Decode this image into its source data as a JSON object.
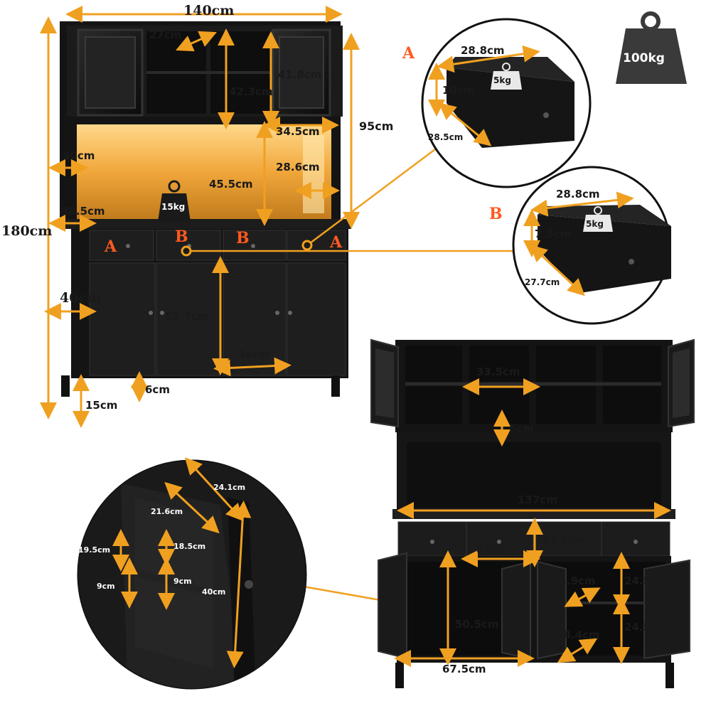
{
  "colors": {
    "accent": "#f0a020",
    "tag": "#ff5a1f",
    "cabinet": "#161616",
    "cabinet_edge": "#2e2e2e",
    "glow": "#f5b43a"
  },
  "weights": {
    "total": "100kg",
    "shelf": "15kg",
    "drawer_a": "5kg",
    "drawer_b": "5kg"
  },
  "tags": {
    "a": "A",
    "b": "B"
  },
  "main_dims": {
    "width": "140cm",
    "height": "180cm",
    "hutch_height": "95cm",
    "glass_shelf_width": "27cm",
    "hutch_compartment_h": "42.3cm",
    "side_cabinet_h": "41.8cm",
    "side_cabinet_w": "34.5cm",
    "hutch_depth": "30cm",
    "microwave_h": "45.5cm",
    "microwave_depth": "28.6cm",
    "counter_depth": "38.5cm",
    "base_depth": "40cm",
    "base_door_h": "52.7cm",
    "base_door_w": "34cm",
    "leg_gap": "6cm",
    "leg_h": "15cm"
  },
  "drawer_a": {
    "width": "28.8cm",
    "height": "10cm",
    "depth": "28.5cm"
  },
  "drawer_b": {
    "width": "28.8cm",
    "height": "7.5cm",
    "depth": "27.7cm"
  },
  "open_view": {
    "cube_w": "33.5cm",
    "shelf_gap": "6cm",
    "counter_w": "137cm",
    "drawer_w": "34cm",
    "drawer_h": "14.6cm",
    "inner_depth": "24.9cm",
    "inner_shelf_h_top": "24.5cm",
    "inner_shelf_h_bottom": "24.5cm",
    "inner_shelf_w": "38.4cm",
    "inner_h": "50.5cm",
    "base_w": "67.5cm"
  },
  "door_detail": {
    "d1": "24.1cm",
    "d2": "21.6cm",
    "d3": "19.5cm",
    "d4": "18.5cm",
    "d5": "9cm",
    "d6": "9cm",
    "d7": "40cm"
  }
}
